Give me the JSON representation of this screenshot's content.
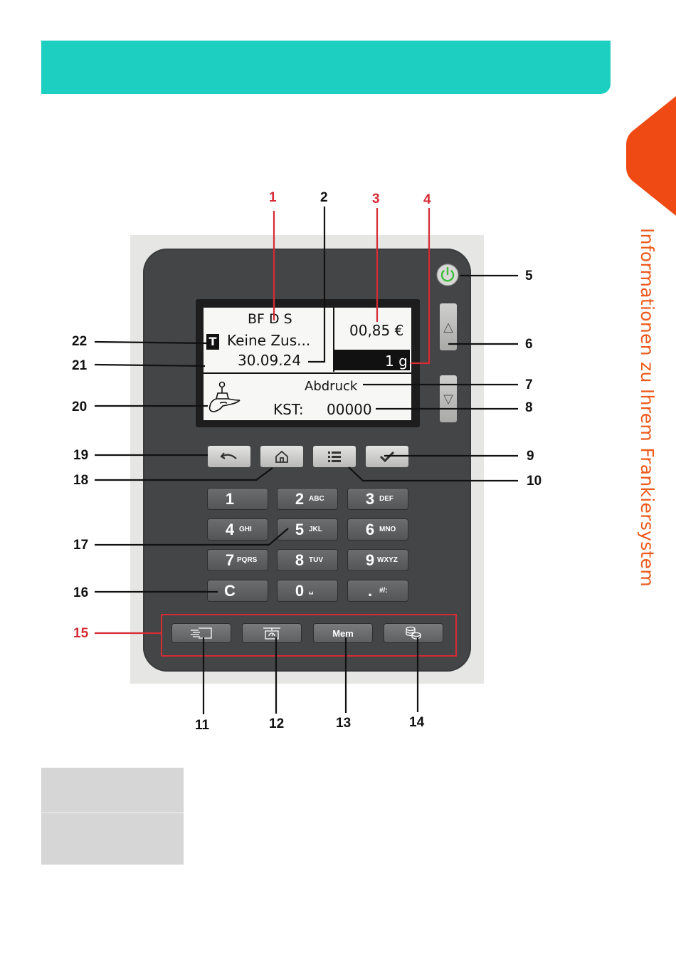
{
  "side_title": "Informationen zu Ihrem Frankiersystem",
  "colors": {
    "accent_teal": "#1dcfc0",
    "accent_orange": "#f04a14",
    "callout_red": "#d62b34",
    "device_body": "#444547"
  },
  "lcd": {
    "line1": "BF D S",
    "line2": "Keine Zus...",
    "line3": "30.09.24",
    "amount": "00,85 €",
    "weight": "1 g",
    "line4": "Abdruck",
    "line5": "KST:",
    "line5_value": "00000",
    "t_badge": "T"
  },
  "keys": {
    "num": [
      {
        "digit": "1",
        "letters": ""
      },
      {
        "digit": "2",
        "letters": "ABC"
      },
      {
        "digit": "3",
        "letters": "DEF"
      },
      {
        "digit": "4",
        "letters": "GHI"
      },
      {
        "digit": "5",
        "letters": "JKL"
      },
      {
        "digit": "6",
        "letters": "MNO"
      },
      {
        "digit": "7",
        "letters": "PQRS"
      },
      {
        "digit": "8",
        "letters": "TUV"
      },
      {
        "digit": "9",
        "letters": "WXYZ"
      },
      {
        "digit": "C",
        "letters": ""
      },
      {
        "digit": "0",
        "letters": "␣"
      },
      {
        "digit": ".",
        "letters": "#/:"
      }
    ],
    "mem_label": "Mem"
  },
  "callouts": [
    "1",
    "2",
    "3",
    "4",
    "5",
    "6",
    "7",
    "8",
    "9",
    "10",
    "11",
    "12",
    "13",
    "14",
    "15",
    "16",
    "17",
    "18",
    "19",
    "20",
    "21",
    "22"
  ],
  "icons": {
    "power": "power-icon",
    "up": "up-triangle-icon",
    "down": "down-triangle-icon",
    "back": "undo-arrow-icon",
    "home": "home-icon",
    "menu": "list-menu-icon",
    "ok": "checkmark-icon",
    "fn1": "envelope-stack-icon",
    "fn2": "scale-icon",
    "fn4": "coins-icon",
    "postal": "postal-horn-icon"
  }
}
